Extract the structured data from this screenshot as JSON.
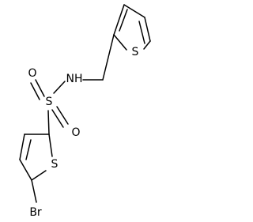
{
  "diagram": {
    "type": "chemical-structure",
    "atoms": {
      "s_ring_upper": "S",
      "nh": "NH",
      "o_left": "O",
      "s_sulfonyl": "S",
      "o_right": "O",
      "s_ring_lower": "S",
      "br": "Br"
    }
  }
}
